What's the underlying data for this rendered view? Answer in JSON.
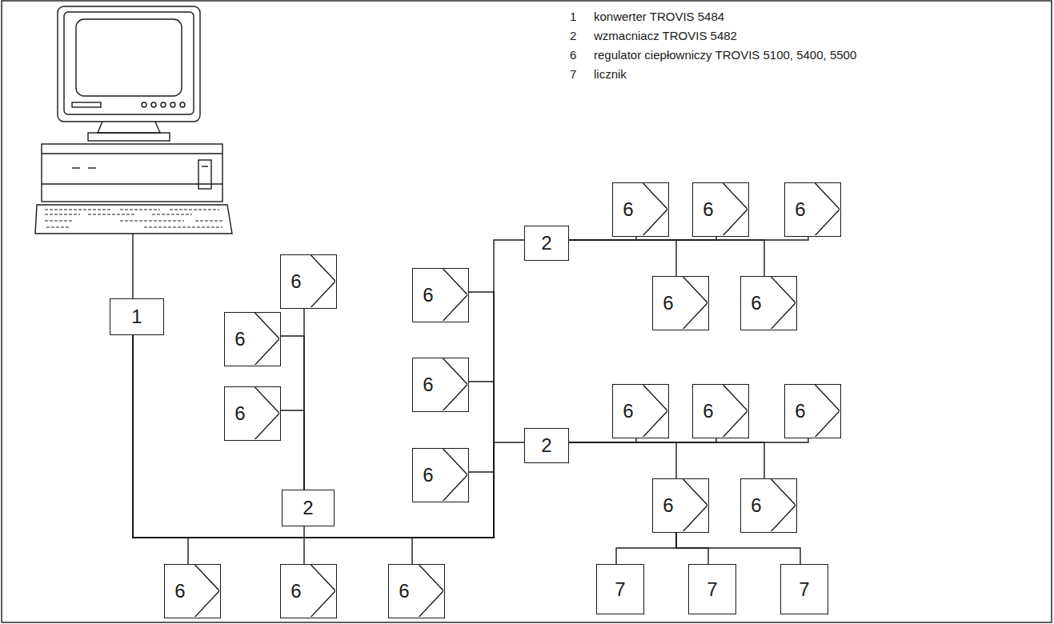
{
  "diagram": {
    "nodes": [
      {
        "text": [
          "1"
        ]
      },
      {
        "text": [
          "6"
        ]
      },
      {
        "text": [
          "6"
        ]
      },
      {
        "text": [
          "6"
        ]
      },
      {
        "text": [
          "2"
        ]
      },
      {
        "text": [
          "6"
        ]
      },
      {
        "text": [
          "6"
        ]
      },
      {
        "text": [
          "6"
        ]
      },
      {
        "text": [
          "2"
        ]
      },
      {
        "text": [
          "6"
        ]
      },
      {
        "text": [
          "6"
        ]
      },
      {
        "text": [
          "6"
        ]
      },
      {
        "text": [
          "6"
        ]
      },
      {
        "text": [
          "6"
        ]
      },
      {
        "text": [
          "2"
        ]
      },
      {
        "text": [
          "6"
        ]
      },
      {
        "text": [
          "6"
        ]
      },
      {
        "text": [
          "6"
        ]
      },
      {
        "text": [
          "6"
        ]
      },
      {
        "text": [
          "6"
        ]
      },
      {
        "text": [
          "7"
        ]
      },
      {
        "text": [
          "7"
        ]
      },
      {
        "text": [
          "7"
        ]
      },
      {
        "text": [
          "6"
        ]
      },
      {
        "text": [
          "6"
        ]
      },
      {
        "text": [
          "6"
        ]
      }
    ],
    "edges": [
      {
        "from": 0,
        "to": 23,
        "arrow": "none"
      },
      {
        "from": 0,
        "to": 24,
        "arrow": "none"
      },
      {
        "from": 0,
        "to": 25,
        "arrow": "none"
      },
      {
        "from": 0,
        "to": 4,
        "arrow": "none"
      },
      {
        "from": 0,
        "to": 5,
        "arrow": "none"
      },
      {
        "from": 0,
        "to": 6,
        "arrow": "none"
      },
      {
        "from": 0,
        "to": 7,
        "arrow": "none"
      },
      {
        "from": 0,
        "to": 8,
        "arrow": "none"
      },
      {
        "from": 0,
        "to": 14,
        "arrow": "none"
      },
      {
        "from": 4,
        "to": 1,
        "arrow": "none"
      },
      {
        "from": 4,
        "to": 2,
        "arrow": "none"
      },
      {
        "from": 4,
        "to": 3,
        "arrow": "none"
      },
      {
        "from": 8,
        "to": 9,
        "arrow": "none"
      },
      {
        "from": 8,
        "to": 10,
        "arrow": "none"
      },
      {
        "from": 8,
        "to": 11,
        "arrow": "none"
      },
      {
        "from": 8,
        "to": 12,
        "arrow": "none"
      },
      {
        "from": 8,
        "to": 13,
        "arrow": "none"
      },
      {
        "from": 14,
        "to": 15,
        "arrow": "none"
      },
      {
        "from": 14,
        "to": 16,
        "arrow": "none"
      },
      {
        "from": 14,
        "to": 17,
        "arrow": "none"
      },
      {
        "from": 14,
        "to": 18,
        "arrow": "none"
      },
      {
        "from": 14,
        "to": 19,
        "arrow": "none"
      },
      {
        "from": 18,
        "to": 20,
        "arrow": "none"
      },
      {
        "from": 18,
        "to": 21,
        "arrow": "none"
      },
      {
        "from": 18,
        "to": 22,
        "arrow": "none"
      }
    ],
    "labels": [
      "1",
      "konwerter TROVIS 5484",
      "2",
      "wzmacniacz TROVIS 5482",
      "6",
      "regulator ciepłowniczy TROVIS 5100, 5400, 5500",
      "7",
      "licznik"
    ]
  }
}
